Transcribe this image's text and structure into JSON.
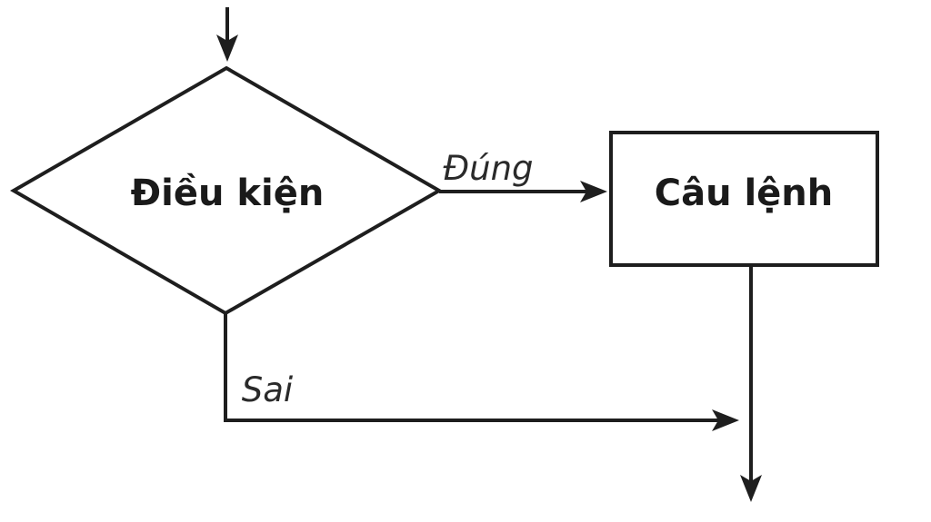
{
  "diagram": {
    "type": "flowchart",
    "colors": {
      "line": "#1e1e1e",
      "background": "#ffffff",
      "text": "#1a1a1a"
    },
    "nodes": {
      "condition": {
        "label": "Điều kiện",
        "shape": "diamond"
      },
      "statement": {
        "label": "Câu lệnh",
        "shape": "rectangle"
      }
    },
    "edges": {
      "true_branch": {
        "label": "Đúng"
      },
      "false_branch": {
        "label": "Sai"
      }
    }
  }
}
